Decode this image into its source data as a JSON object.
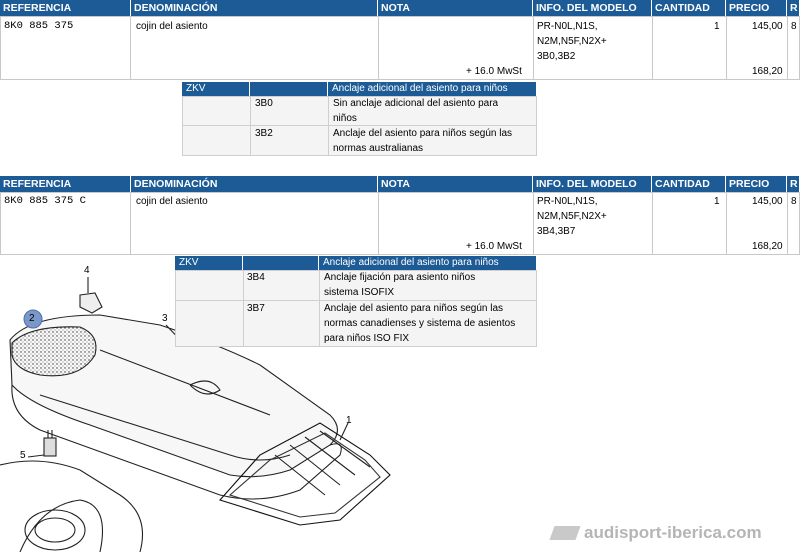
{
  "columns": [
    "REFERENCIA",
    "DENOMINACIÓN",
    "NOTA",
    "INFO. DEL MODELO",
    "CANTIDAD",
    "PRECIO",
    "R"
  ],
  "parts": [
    {
      "reference": "8K0  885  375",
      "denomination": "cojin del asiento",
      "model_info": [
        "PR-N0L,N1S,",
        "N2M,N5F,N2X+",
        "3B0,3B2"
      ],
      "quantity": "1",
      "price": "145,00",
      "r": "8",
      "tax_label": "+  16.0 MwSt",
      "price_with_tax": "168,20",
      "zkv": {
        "header": "ZKV",
        "title": "Anclaje adicional del asiento para niños",
        "rows": [
          {
            "code": "3B0",
            "lines": [
              "Sin anclaje adicional del asiento para",
              "niños"
            ]
          },
          {
            "code": "3B2",
            "lines": [
              "Anclaje del asiento para niños según las",
              "normas australianas"
            ]
          }
        ]
      }
    },
    {
      "reference": "8K0  885  375  C",
      "denomination": "cojin del asiento",
      "model_info": [
        "PR-N0L,N1S,",
        "N2M,N5F,N2X+",
        "3B4,3B7"
      ],
      "quantity": "1",
      "price": "145,00",
      "r": "8",
      "tax_label": "+  16.0 MwSt",
      "price_with_tax": "168,20",
      "zkv": {
        "header": "ZKV",
        "title": "Anclaje adicional del asiento para niños",
        "rows": [
          {
            "code": "3B4",
            "lines": [
              "Anclaje fijación para asiento niños",
              "sistema ISOFIX"
            ]
          },
          {
            "code": "3B7",
            "lines": [
              "Anclaje del asiento para niños según las",
              "normas canadienses y sistema de asientos",
              "para niños ISO FIX"
            ]
          }
        ]
      }
    }
  ],
  "diagram": {
    "callouts": [
      "1",
      "2",
      "3",
      "4",
      "5"
    ]
  },
  "watermark": "audisport-iberica.com",
  "colors": {
    "header_bg": "#1c5b96",
    "callout_badge": "#7a97c9"
  }
}
